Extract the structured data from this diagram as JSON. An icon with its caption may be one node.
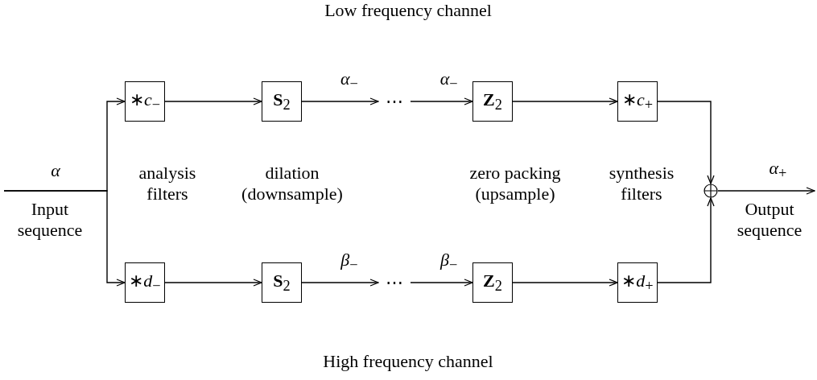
{
  "diagram": {
    "nodes": [
      {
        "text": [
          "∗*c*$_{−}$"
        ]
      },
      {
        "text": [
          "**S**$_{2}$"
        ]
      },
      {
        "text": [
          "⋯"
        ]
      },
      {
        "text": [
          "**Z**$_{2}$"
        ]
      },
      {
        "text": [
          "∗*c*$_{+}$"
        ]
      },
      {
        "text": [
          "∗*d*$_{−}$"
        ]
      },
      {
        "text": [
          "**S**$_{2}$"
        ]
      },
      {
        "text": [
          "⋯"
        ]
      },
      {
        "text": [
          "**Z**$_{2}$"
        ]
      },
      {
        "text": [
          "∗*d*$_{+}$"
        ]
      },
      {
        "text": [],
        "shape": "circle"
      }
    ],
    "edges": [
      {
        "from": null,
        "to": 0,
        "arrow": "to",
        "label": "*α*"
      },
      {
        "from": null,
        "to": 5,
        "arrow": "to"
      },
      {
        "from": 0,
        "to": 1,
        "arrow": "to"
      },
      {
        "from": 1,
        "to": 2,
        "arrow": "to",
        "label": "*α*$_{−}$"
      },
      {
        "from": 2,
        "to": 3,
        "arrow": "to",
        "label": "*α*$_{−}$"
      },
      {
        "from": 3,
        "to": 4,
        "arrow": "to"
      },
      {
        "from": 5,
        "to": 6,
        "arrow": "to"
      },
      {
        "from": 6,
        "to": 7,
        "arrow": "to",
        "label": "*β*$_{−}$"
      },
      {
        "from": 7,
        "to": 8,
        "arrow": "to",
        "label": "*β*$_{−}$"
      },
      {
        "from": 8,
        "to": 9,
        "arrow": "to"
      },
      {
        "from": 4,
        "to": 10,
        "arrow": "to"
      },
      {
        "from": 9,
        "to": 10,
        "arrow": "to"
      },
      {
        "from": 10,
        "to": null,
        "arrow": "to",
        "label": "*α*$_{+}$"
      }
    ],
    "labels": [
      "Low frequency channel",
      "analysis filters",
      "dilation (downsample)",
      "zero packing (upsample)",
      "synthesis filters",
      "Input sequence",
      "Output sequence",
      "High frequency channel"
    ]
  }
}
